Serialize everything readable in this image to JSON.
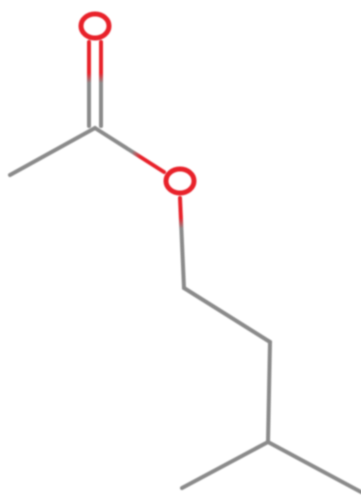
{
  "diagram": {
    "type": "skeletal-structure",
    "atoms": [
      {
        "id": "o_carbonyl",
        "element": "O",
        "label": "O",
        "color": "#e8202a"
      },
      {
        "id": "o_ester",
        "element": "O",
        "label": "O",
        "color": "#e8202a"
      }
    ],
    "colors": {
      "carbon_bond": "#8a8a8a",
      "oxygen": "#e8202a",
      "background": "#ffffff"
    }
  }
}
